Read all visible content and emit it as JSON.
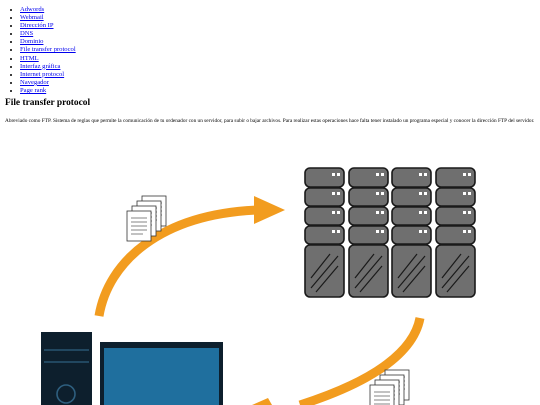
{
  "nav": {
    "links": [
      "Adwords",
      "Webmail",
      "Dirección IP",
      "DNS",
      "Dominio",
      "File transfer protocol",
      "HTML",
      "Interfaz gráfica",
      "Internet protocol",
      "Navegador",
      "Page rank"
    ]
  },
  "article": {
    "title": "File transfer protocol",
    "description": "Abreviado como FTP. Sistema de reglas que permite la comunicación de tu ordenador con un servidor, para subir o bajar archivos. Para realizar estas operaciones hace falta tener instalado un programa especial y conocer la dirección FTP del servidor."
  },
  "colors": {
    "arrow": "#f29c1f",
    "server_body": "#6f6f6f",
    "server_outline": "#1a1a1a",
    "monitor_screen": "#1f6f9e",
    "tower": "#0d1f2d",
    "document": "#ffffff"
  },
  "icons": {
    "server": "server-rack-icon",
    "document": "document-icon",
    "computer": "desktop-computer-icon",
    "arrow": "transfer-arrow-icon"
  }
}
